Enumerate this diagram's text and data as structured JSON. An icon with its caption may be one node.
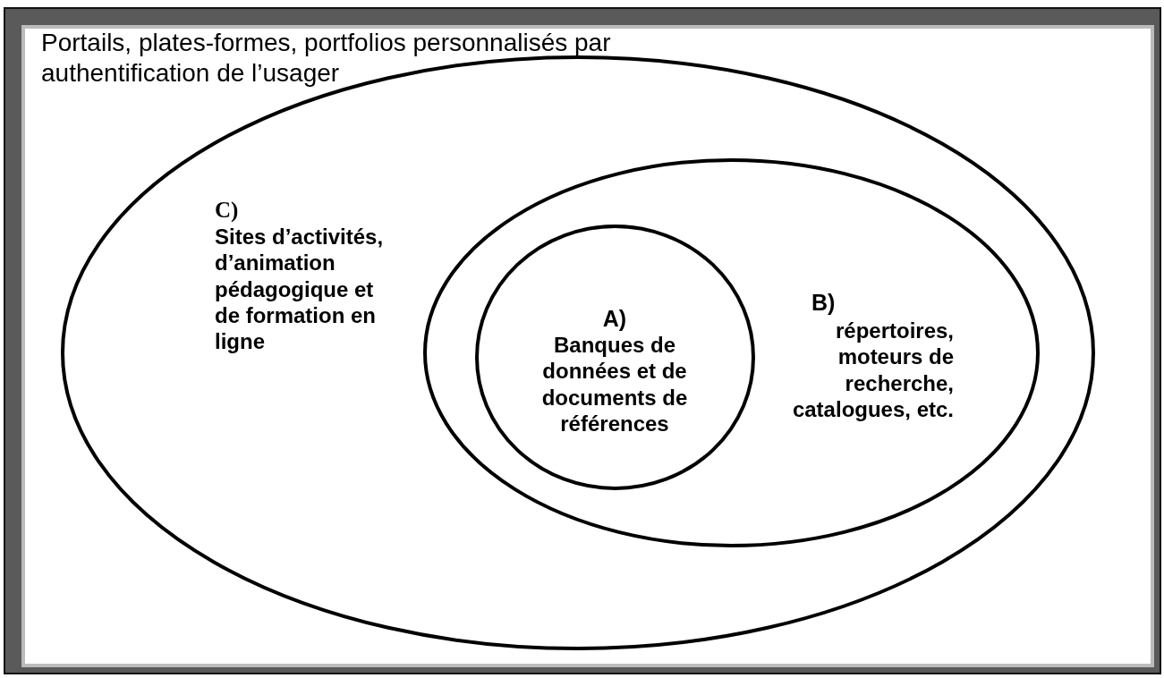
{
  "diagram": {
    "nodes": [
      {
        "text": [
          "Portails, plates-formes, portfolios personnalisés par authentification de l’usager"
        ]
      },
      {
        "text": [
          "C)",
          "Sites d’activités, d’animation pédagogique et de formation en ligne"
        ],
        "in": 0
      },
      {
        "text": [
          "B)",
          "répertoires, moteurs de recherche, catalogues, etc."
        ],
        "in": 1
      },
      {
        "text": [
          "A)",
          "Banques de données et de documents de références"
        ],
        "in": 2
      }
    ]
  }
}
